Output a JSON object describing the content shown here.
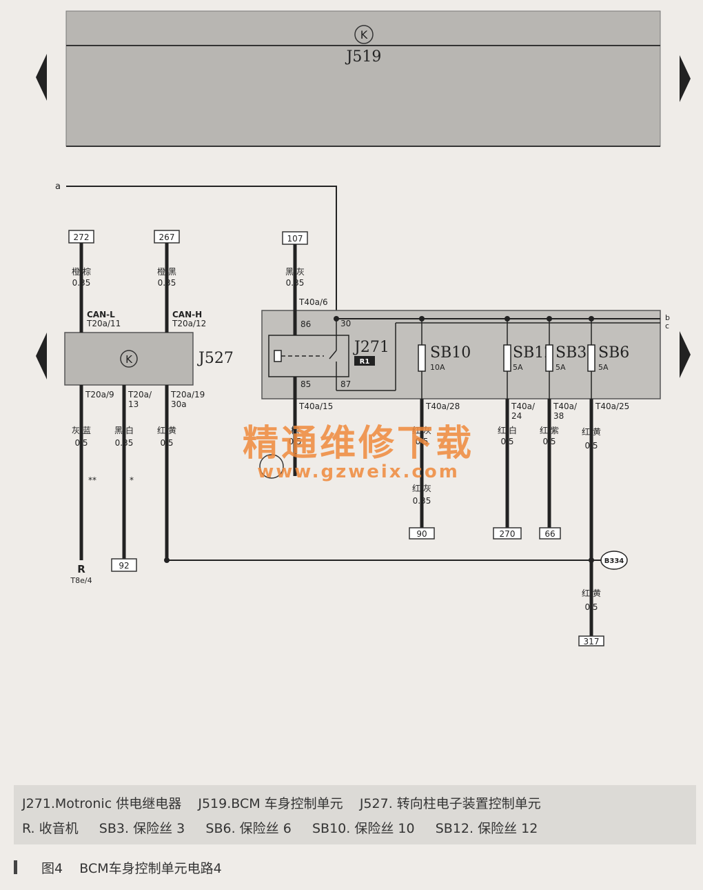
{
  "j519": {
    "ref": "J519",
    "symbol": "K"
  },
  "line_a": "a",
  "line_bc": [
    "b",
    "c"
  ],
  "j527": {
    "ref": "J527",
    "symbol": "K",
    "pins_top": [
      {
        "signal": "CAN-L",
        "pin": "T20a/11",
        "color": "橙/棕",
        "size": "0.35",
        "ref": "272"
      },
      {
        "signal": "CAN-H",
        "pin": "T20a/12",
        "color": "橙/黑",
        "size": "0.35",
        "ref": "267"
      }
    ],
    "pins_bottom": [
      {
        "pin": "T20a/9",
        "color": "灰/蓝",
        "size": "0.5",
        "mark": "**"
      },
      {
        "pin": "T20a/",
        "pin2": "13",
        "color": "黑/白",
        "size": "0.35",
        "mark": "*"
      },
      {
        "pin": "T20a/19",
        "pin2": "30a",
        "color": "红/黄",
        "size": "0.5"
      }
    ]
  },
  "radio": {
    "ref": "R",
    "connector": "T8e/4"
  },
  "ref_92": "92",
  "j271": {
    "ref": "J271",
    "badge": "R1",
    "top_wire": {
      "ref": "107",
      "color": "黑/灰",
      "size": "0.35",
      "pin": "T40a/6"
    },
    "terminals": {
      "t86": "86",
      "t85": "85",
      "t30": "30",
      "t87": "87"
    },
    "bottom_pin": "T40a/15",
    "bottom_color": "棕",
    "bottom_size": "0.5"
  },
  "fuses": [
    {
      "name": "SB10",
      "rating": "10A",
      "pin": "T40a/28",
      "color": "红/灰",
      "size": "0.5",
      "color2": "红/灰",
      "size2": "0.35",
      "ref": "90"
    },
    {
      "name": "SB12",
      "rating": "5A",
      "pin": "T40a/",
      "pin2": "24",
      "color": "红/白",
      "size": "0.5",
      "ref": "270"
    },
    {
      "name": "SB3",
      "rating": "5A",
      "pin": "T40a/",
      "pin2": "38",
      "color": "红/紫",
      "size": "0.5",
      "ref": "66"
    },
    {
      "name": "SB6",
      "rating": "5A",
      "pin": "T40a/25",
      "color": "红/黄",
      "size": "0.5",
      "color2": "红/黄",
      "size2": "0.5",
      "ref": "317"
    }
  ],
  "splice": "B334",
  "watermark": {
    "cn": "精通维修下载",
    "url": "www.gzweix.com"
  },
  "legend": {
    "line1": "J271.Motronic 供电继电器    J519.BCM 车身控制单元    J527. 转向柱电子装置控制单元",
    "line2": "R. 收音机     SB3. 保险丝 3     SB6. 保险丝 6     SB10. 保险丝 10     SB12. 保险丝 12"
  },
  "caption": "图4    BCM车身控制单元电路4"
}
